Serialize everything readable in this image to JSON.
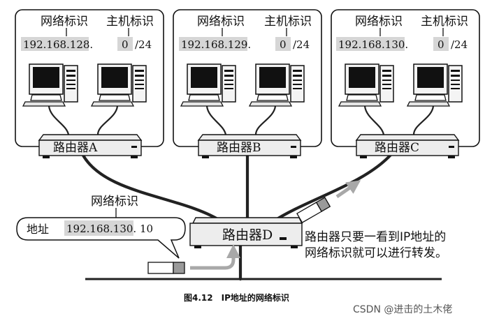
{
  "networks": [
    {
      "network_id_label": "网络标识",
      "host_id_label": "主机标识",
      "network_address": "192.168.128.",
      "host_address": "0",
      "prefix": "/24"
    },
    {
      "network_id_label": "网络标识",
      "host_id_label": "主机标识",
      "network_address": "192.168.129.",
      "host_address": "0",
      "prefix": "/24"
    },
    {
      "network_id_label": "网络标识",
      "host_id_label": "主机标识",
      "network_address": "192.168.130.",
      "host_address": "0",
      "prefix": "/24"
    }
  ],
  "routers": {
    "a": "路由器A",
    "b": "路由器B",
    "c": "路由器C",
    "d": "路由器D"
  },
  "packet": {
    "network_id_label": "网络标识",
    "address_label": "地址",
    "network_address": "192.168.130.",
    "host_address": "10"
  },
  "explanation": {
    "line1": "路由器只要一看到IP地址的",
    "line2": "网络标识就可以进行转发。"
  },
  "caption": "图4.12　IP地址的网络标识",
  "watermark": "CSDN @进击的土木佬"
}
